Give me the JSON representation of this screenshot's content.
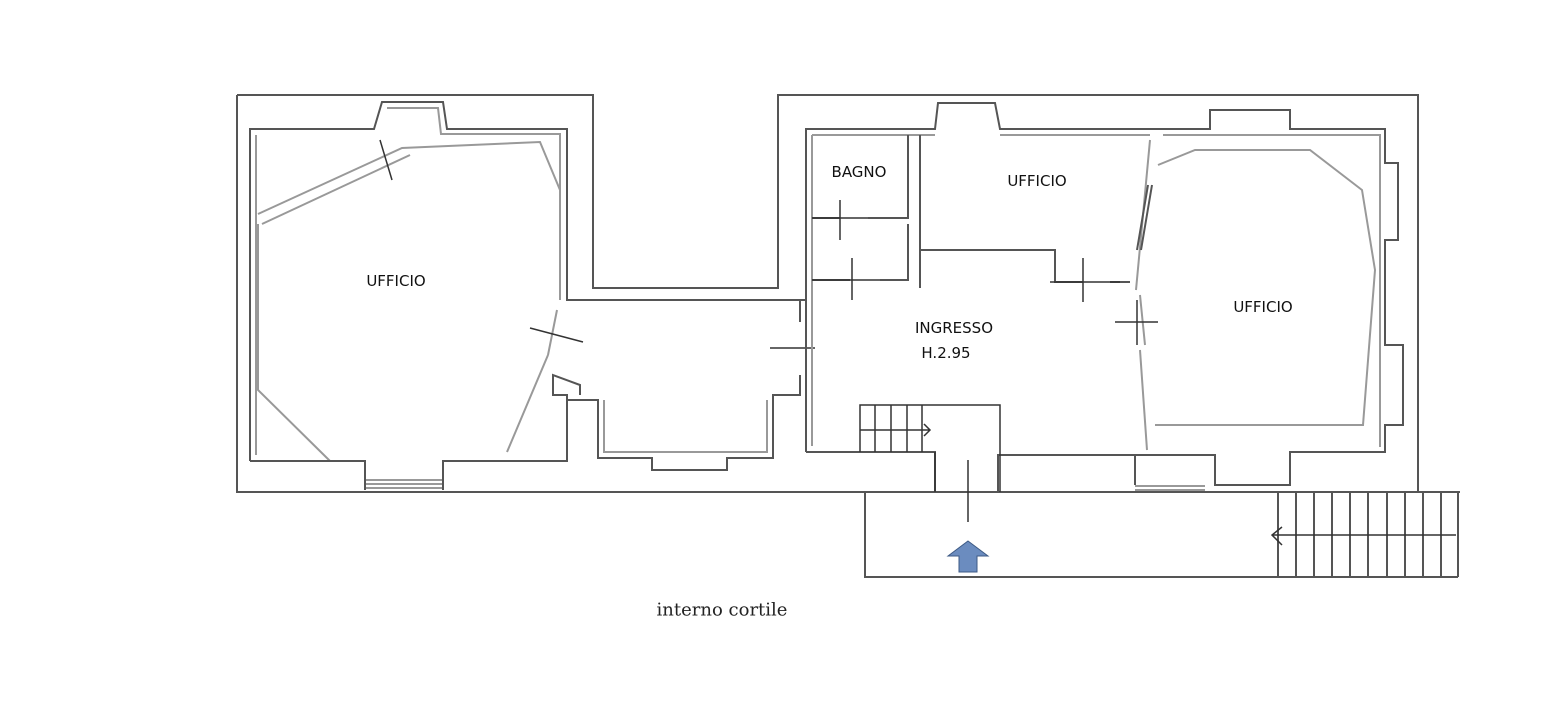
{
  "rooms": {
    "office_left": "UFFICIO",
    "bathroom": "BAGNO",
    "office_center": "UFFICIO",
    "entrance": "INGRESSO",
    "entrance_height": "H.2.95",
    "office_right": "UFFICIO"
  },
  "caption": "interno cortile",
  "colors": {
    "entrance_arrow": "#6b8cbf",
    "walls": "#555555"
  }
}
